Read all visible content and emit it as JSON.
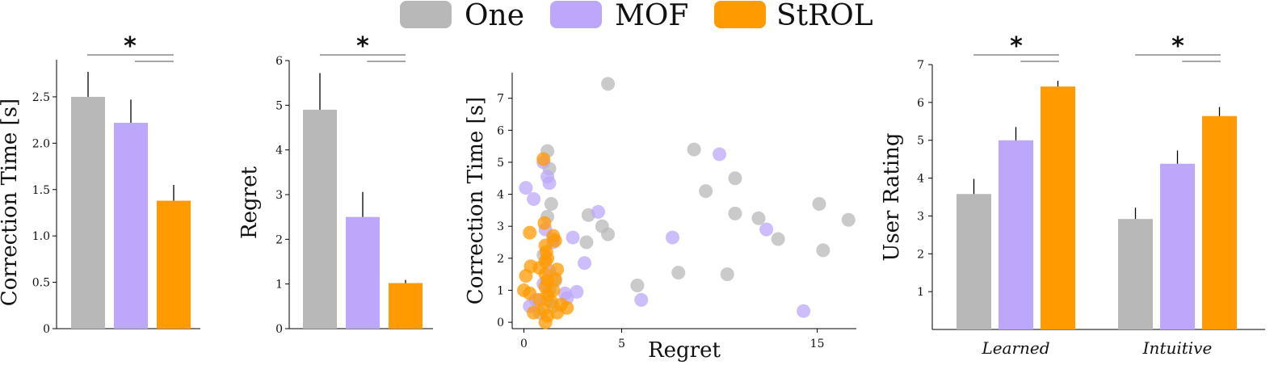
{
  "colors": {
    "One": "#b8b8b8",
    "MOF": "#bca7fa",
    "StROL": "#ff9a00",
    "sig_line": "#888888",
    "axis": "#000000"
  },
  "legend": [
    {
      "name": "One",
      "color": "#b8b8b8"
    },
    {
      "name": "MOF",
      "color": "#bca7fa"
    },
    {
      "name": "StROL",
      "color": "#ff9a00"
    }
  ],
  "significance_marker": "*",
  "chart_data": [
    {
      "id": "correction-time",
      "type": "bar",
      "ylabel": "Correction Time [s]",
      "ylim": [
        0,
        2.9
      ],
      "yticks": [
        "0",
        "0.5",
        "1.0",
        "1.5",
        "2.0",
        "2.5"
      ],
      "ytick_values": [
        0,
        0.5,
        1.0,
        1.5,
        2.0,
        2.5
      ],
      "categories": [
        "One",
        "MOF",
        "StROL"
      ],
      "values": [
        2.5,
        2.22,
        1.38
      ],
      "errors": [
        0.27,
        0.25,
        0.17
      ],
      "significance": "*"
    },
    {
      "id": "regret",
      "type": "bar",
      "ylabel": "Regret",
      "ylim": [
        0,
        6
      ],
      "yticks": [
        "0",
        "1",
        "2",
        "3",
        "4",
        "5",
        "6"
      ],
      "ytick_values": [
        0,
        1,
        2,
        3,
        4,
        5,
        6
      ],
      "categories": [
        "One",
        "MOF",
        "StROL"
      ],
      "values": [
        4.9,
        2.5,
        1.02
      ],
      "errors": [
        0.82,
        0.56,
        0.07
      ],
      "significance": "*"
    },
    {
      "id": "scatter",
      "type": "scatter",
      "xlabel": "Regret",
      "ylabel": "Correction Time [s]",
      "xlim": [
        -0.6,
        17
      ],
      "ylim": [
        -0.2,
        7.8
      ],
      "xticks": [
        "0",
        "5",
        "15"
      ],
      "xtick_values": [
        0,
        5,
        15
      ],
      "yticks": [
        "0",
        "1",
        "2",
        "3",
        "4",
        "5",
        "6",
        "7"
      ],
      "ytick_values": [
        0,
        1,
        2,
        3,
        4,
        5,
        6,
        7
      ],
      "series": [
        {
          "name": "One",
          "points": [
            [
              4.3,
              7.45
            ],
            [
              1.2,
              5.35
            ],
            [
              1.3,
              4.8
            ],
            [
              1.4,
              3.7
            ],
            [
              3.3,
              3.35
            ],
            [
              4.0,
              3.0
            ],
            [
              4.3,
              2.75
            ],
            [
              3.2,
              2.5
            ],
            [
              1.2,
              3.3
            ],
            [
              1.5,
              2.6
            ],
            [
              1.6,
              1.3
            ],
            [
              1.0,
              2.1
            ],
            [
              1.2,
              0.7
            ],
            [
              1.5,
              0.5
            ],
            [
              0.8,
              0.3
            ],
            [
              1.3,
              1.0
            ],
            [
              5.8,
              1.15
            ],
            [
              7.9,
              1.55
            ],
            [
              8.7,
              5.4
            ],
            [
              9.3,
              4.1
            ],
            [
              10.8,
              4.5
            ],
            [
              10.8,
              3.4
            ],
            [
              12.0,
              3.25
            ],
            [
              13.0,
              2.6
            ],
            [
              10.4,
              1.5
            ],
            [
              15.1,
              3.7
            ],
            [
              15.3,
              2.25
            ],
            [
              16.6,
              3.2
            ]
          ]
        },
        {
          "name": "MOF",
          "points": [
            [
              0.1,
              4.2
            ],
            [
              0.5,
              3.85
            ],
            [
              1.0,
              5.0
            ],
            [
              1.2,
              4.55
            ],
            [
              1.3,
              4.35
            ],
            [
              3.8,
              3.45
            ],
            [
              1.1,
              2.9
            ],
            [
              2.5,
              2.65
            ],
            [
              1.5,
              2.5
            ],
            [
              3.1,
              1.85
            ],
            [
              2.1,
              0.9
            ],
            [
              2.7,
              0.95
            ],
            [
              2.2,
              0.75
            ],
            [
              0.3,
              0.5
            ],
            [
              0.6,
              0.7
            ],
            [
              1.0,
              1.2
            ],
            [
              1.3,
              1.6
            ],
            [
              7.6,
              2.65
            ],
            [
              6.0,
              0.7
            ],
            [
              10.0,
              5.25
            ],
            [
              12.4,
              2.9
            ],
            [
              14.3,
              0.35
            ]
          ]
        },
        {
          "name": "StROL",
          "points": [
            [
              1.0,
              5.1
            ],
            [
              1.05,
              3.1
            ],
            [
              0.3,
              2.8
            ],
            [
              1.5,
              2.7
            ],
            [
              1.6,
              2.55
            ],
            [
              1.1,
              2.4
            ],
            [
              1.15,
              2.2
            ],
            [
              1.2,
              2.0
            ],
            [
              1.1,
              1.9
            ],
            [
              0.8,
              1.7
            ],
            [
              0.35,
              1.75
            ],
            [
              1.7,
              1.65
            ],
            [
              1.1,
              1.5
            ],
            [
              0.1,
              1.45
            ],
            [
              1.6,
              1.35
            ],
            [
              1.2,
              1.3
            ],
            [
              1.1,
              1.1
            ],
            [
              0.0,
              1.0
            ],
            [
              1.5,
              1.0
            ],
            [
              0.3,
              0.9
            ],
            [
              1.2,
              0.85
            ],
            [
              0.8,
              0.7
            ],
            [
              1.4,
              0.65
            ],
            [
              1.9,
              0.55
            ],
            [
              2.2,
              0.45
            ],
            [
              1.0,
              0.4
            ],
            [
              0.5,
              0.3
            ],
            [
              1.7,
              0.3
            ],
            [
              1.2,
              0.2
            ],
            [
              1.1,
              0.0
            ]
          ]
        }
      ]
    },
    {
      "id": "user-rating",
      "type": "bar",
      "ylabel": "User Rating",
      "ylim": [
        0,
        7
      ],
      "yticks": [
        "1",
        "2",
        "3",
        "4",
        "5",
        "6",
        "7"
      ],
      "ytick_values": [
        1,
        2,
        3,
        4,
        5,
        6,
        7
      ],
      "categories": [
        "Learned",
        "Intuitive"
      ],
      "series": [
        {
          "name": "One",
          "values": [
            3.58,
            2.92
          ],
          "errors": [
            0.4,
            0.3
          ]
        },
        {
          "name": "MOF",
          "values": [
            5.0,
            4.38
          ],
          "errors": [
            0.35,
            0.35
          ]
        },
        {
          "name": "StROL",
          "values": [
            6.42,
            5.64
          ],
          "errors": [
            0.15,
            0.24
          ]
        }
      ],
      "significance": [
        "*",
        "*"
      ]
    }
  ]
}
